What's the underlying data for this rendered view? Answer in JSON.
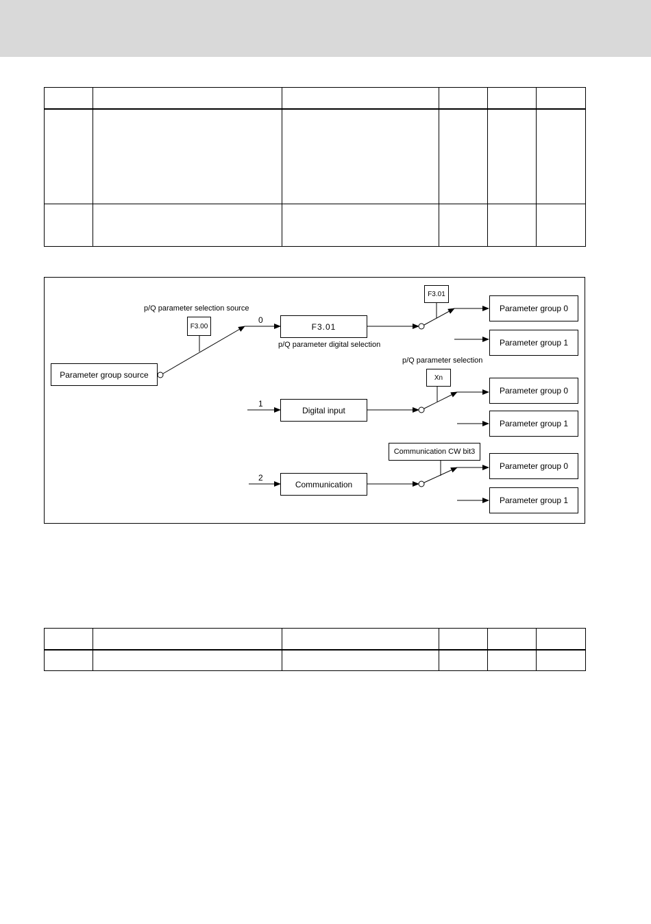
{
  "header_band": {},
  "tables": [
    {
      "rows": 2
    },
    {
      "rows": 1
    }
  ],
  "diagram": {
    "source_label": "p/Q parameter selection source",
    "source_tag": "F3.00",
    "source_box": "Parameter group source",
    "branch_0": "0",
    "branch_1": "1",
    "branch_2": "2",
    "f301_box": "F3.01",
    "f301_caption": "p/Q parameter digital selection",
    "f301_tag": "F3.01",
    "digital_box": "Digital input",
    "xn_label": "p/Q parameter selection",
    "xn_tag": "Xn",
    "comm_box": "Communication",
    "comm_tag": "Communication CW bit3",
    "outputs": {
      "a0": "Parameter group 0",
      "a1": "Parameter group 1",
      "b0": "Parameter group 0",
      "b1": "Parameter group 1",
      "c0": "Parameter group 0",
      "c1": "Parameter group 1"
    }
  }
}
